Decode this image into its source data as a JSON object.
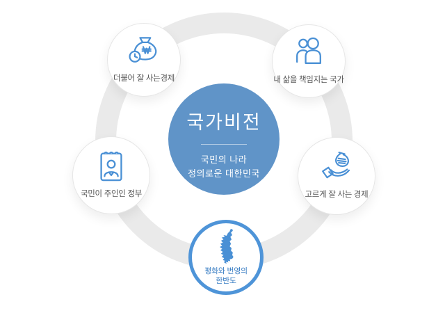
{
  "diagram": {
    "center": {
      "title": "국가비전",
      "subtitle_line1": "국민의 나라",
      "subtitle_line2": "정의로운 대한민국"
    },
    "satellites": [
      {
        "position": "top-left",
        "label": "더불어 잘 사는경제",
        "icon": "money-bag-clock-icon"
      },
      {
        "position": "top-right",
        "label": "내 삶을 책임지는 국가",
        "icon": "people-icon"
      },
      {
        "position": "left",
        "label": "국민이 주인인 정부",
        "icon": "id-badge-person-icon"
      },
      {
        "position": "right",
        "label": "고르게 잘 사는 경제",
        "icon": "hand-money-jar-icon"
      },
      {
        "position": "bottom",
        "label_line1": "평화와 번영의",
        "label_line2": "한반도",
        "icon": "korea-peninsula-icon"
      }
    ],
    "colors": {
      "background": "#FFFFFF",
      "orbit_ring": "#EAEAEA",
      "center_circle": "#6094C8",
      "center_text": "#FFFFFF",
      "icon_blue": "#4A90D5",
      "bottom_ring_blue": "#4E94D8",
      "bottom_label_blue": "#3B7FC4",
      "satellite_label": "#555555"
    }
  }
}
